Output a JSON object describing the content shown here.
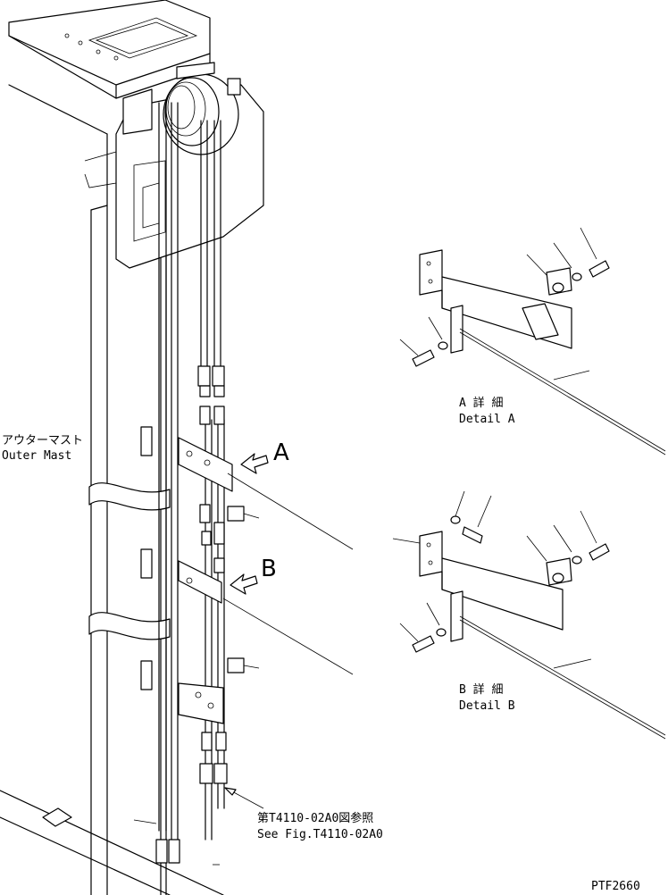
{
  "labels": {
    "outer_mast_jp": "アウターマスト",
    "outer_mast_en": "Outer Mast",
    "callout_a": "A",
    "callout_b": "B",
    "detail_a_jp": "A 詳 細",
    "detail_a_en": "Detail A",
    "detail_b_jp": "B 詳 細",
    "detail_b_en": "Detail B",
    "see_fig_jp": "第T4110-02A0図参照",
    "see_fig_en": "See Fig.T4110-02A0",
    "figure_code": "PTF2660"
  }
}
